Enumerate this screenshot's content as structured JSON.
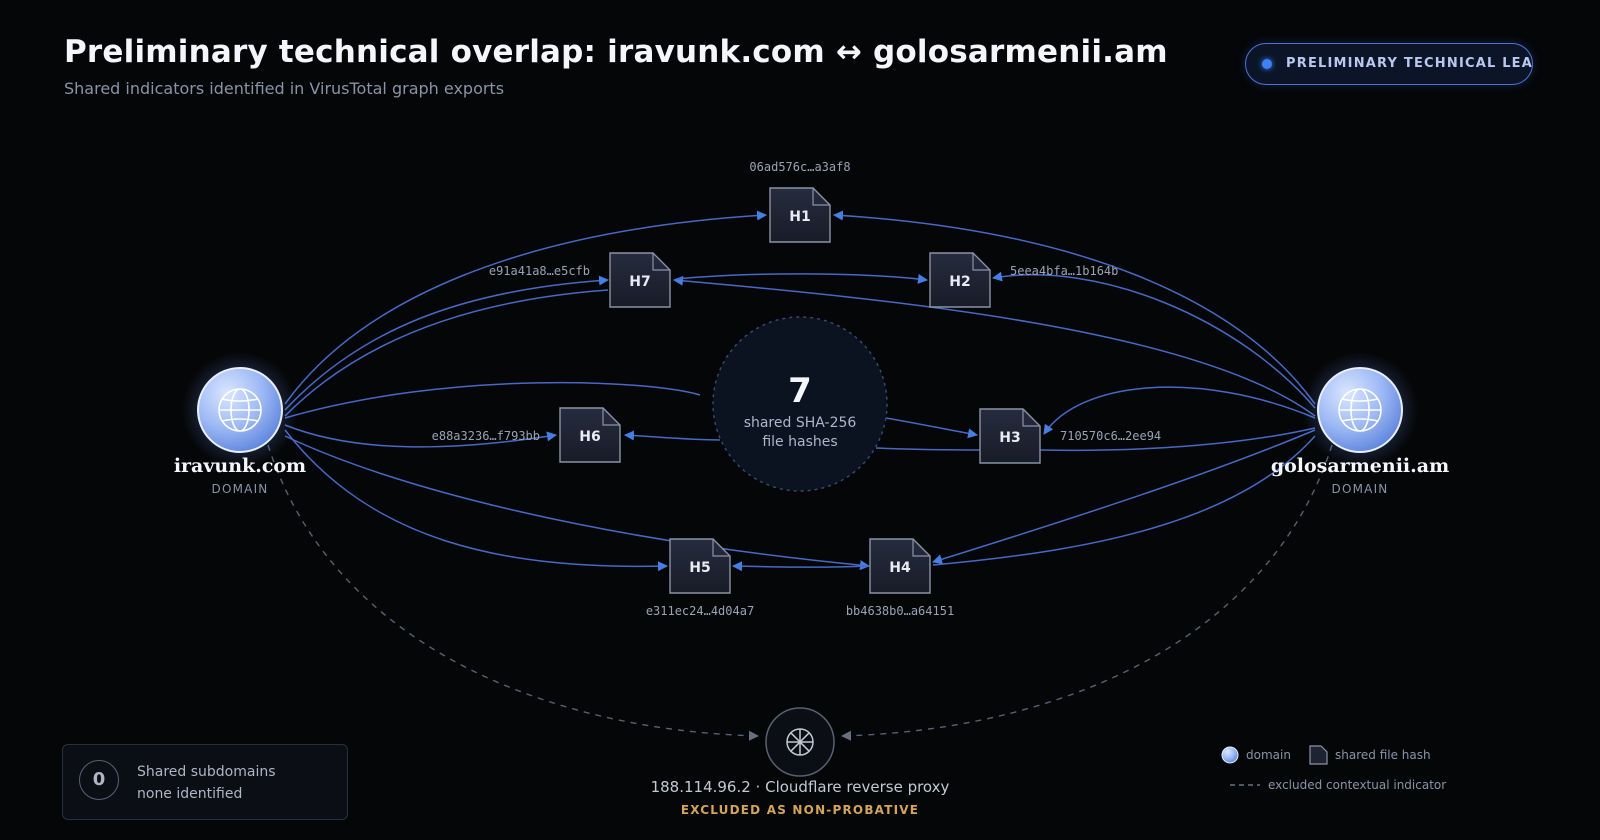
{
  "header": {
    "title": "Preliminary technical overlap: iravunk.com ↔ golosarmenii.am",
    "subtitle": "Shared indicators identified in VirusTotal graph exports"
  },
  "badge": {
    "label": "PRELIMINARY TECHNICAL LEAD"
  },
  "domains": [
    {
      "id": "left",
      "name": "iravunk.com",
      "kind": "DOMAIN",
      "icon": "globe-icon"
    },
    {
      "id": "right",
      "name": "golosarmenii.am",
      "kind": "DOMAIN",
      "icon": "globe-icon"
    }
  ],
  "center": {
    "count": "7",
    "line1": "shared SHA-256",
    "line2": "file hashes"
  },
  "hashes": [
    {
      "id": "H1",
      "hash": "06ad576c…a3af8"
    },
    {
      "id": "H2",
      "hash": "5eea4bfa…1b164b"
    },
    {
      "id": "H3",
      "hash": "710570c6…2ee94"
    },
    {
      "id": "H4",
      "hash": "bb4638b0…a64151"
    },
    {
      "id": "H5",
      "hash": "e311ec24…4d04a7"
    },
    {
      "id": "H6",
      "hash": "e88a3236…f793bb"
    },
    {
      "id": "H7",
      "hash": "e91a41a8…e5cfb"
    }
  ],
  "proxy": {
    "label": "188.114.96.2 · Cloudflare reverse proxy",
    "status": "EXCLUDED AS NON-PROBATIVE",
    "icon": "proxy-wheel-icon"
  },
  "subdomains_card": {
    "count": "0",
    "line1": "Shared subdomains",
    "line2": "none identified"
  },
  "legend": {
    "domain": "domain",
    "hash": "shared file hash",
    "excluded": "excluded contextual indicator"
  },
  "colors": {
    "background": "#050608",
    "edge": "#4a6fd0",
    "arrow": "#4a86f0",
    "excluded_edge": "#5a6070",
    "status_amber": "#d4a45a"
  }
}
